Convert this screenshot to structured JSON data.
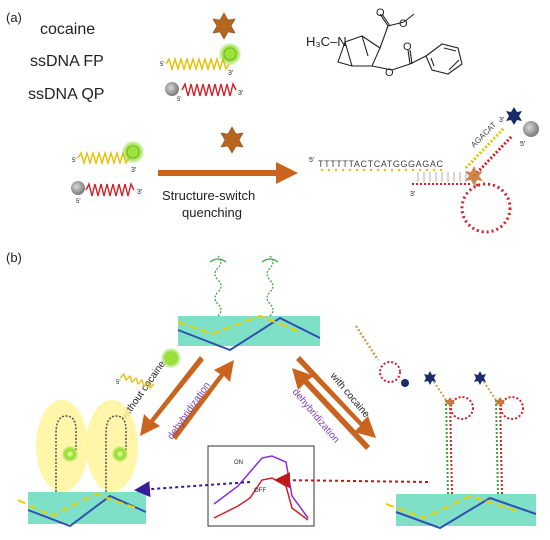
{
  "panel_a": {
    "tag": "(a)",
    "legend": {
      "cocaine": "cocaine",
      "fp": "ssDNA FP",
      "qp": "ssDNA QP"
    },
    "prime5": "5'",
    "prime3": "3'",
    "arrow_label_1": "Structure-switch",
    "arrow_label_2": "quenching",
    "sequence": "TTTTTTACTCATGGGAGAC",
    "aptamer_end": "AGACAT",
    "molecule": {
      "amine": "H₃C–N"
    }
  },
  "panel_b": {
    "tag": "(b)",
    "without_cocaine": "without cocaine",
    "with_cocaine": "with cocaine",
    "dehybridization": "dehybridization",
    "graph_on": "ON",
    "graph_off": "OFF"
  },
  "colors": {
    "fp_strand": "#e8c000",
    "qp_strand": "#d0202a",
    "arrow": "#c8641e",
    "cocaine": "#b5651d",
    "fluorophore": "#7ed321",
    "quencher": "#9a9a9a",
    "surface": "#7fe0c8",
    "dehyb_text": "#7b3fb5",
    "graph_on": "#8a2be2",
    "graph_off": "#d0202a"
  }
}
